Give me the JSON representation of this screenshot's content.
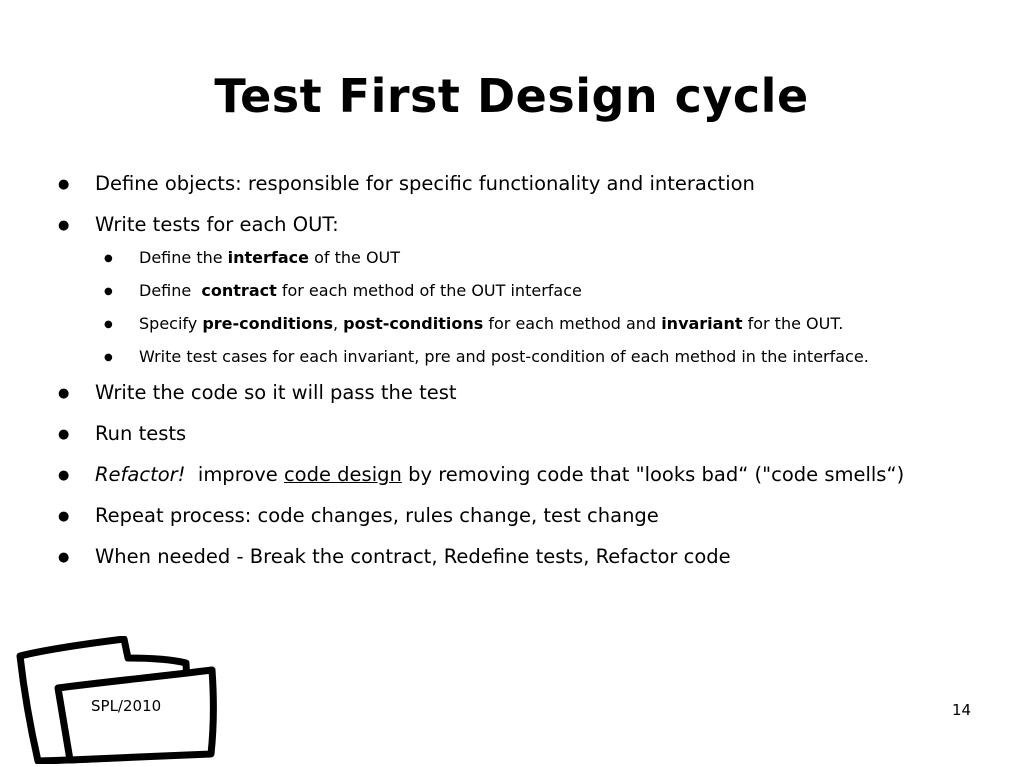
{
  "title": "Test First Design cycle",
  "bullet_symbol": "●",
  "bullets": [
    {
      "text": "Define objects: responsible for specific functionality and interaction"
    },
    {
      "text": "Write tests for each OUT:",
      "sub": [
        {
          "pre": "Define the ",
          "bold1": "interface",
          "post": " of the OUT"
        },
        {
          "pre": "Define  ",
          "bold1": "contract",
          "post": " for each method of the OUT interface"
        },
        {
          "pre": "Specify ",
          "bold1": "pre-conditions",
          "mid1": ", ",
          "bold2": "post-conditions",
          "mid2": " for each method and ",
          "bold3": "invariant",
          "post": " for the OUT."
        },
        {
          "text": "Write test cases for each invariant, pre and post-condition of each method in the interface."
        }
      ]
    },
    {
      "text": "Write the code so it will pass the test"
    },
    {
      "text": "Run tests"
    },
    {
      "italic": "Refactor!",
      "pre": "  improve ",
      "underline": "code design",
      "post": " by removing code that \"looks bad“ (\"code smells“)"
    },
    {
      "text": "Repeat process: code changes, rules change, test change"
    },
    {
      "text": "When needed - Break the contract, Redefine tests, Refactor code"
    }
  ],
  "footer": {
    "label": "SPL/2010",
    "page_number": "14"
  },
  "icons": {
    "folder": "folder-icon"
  }
}
